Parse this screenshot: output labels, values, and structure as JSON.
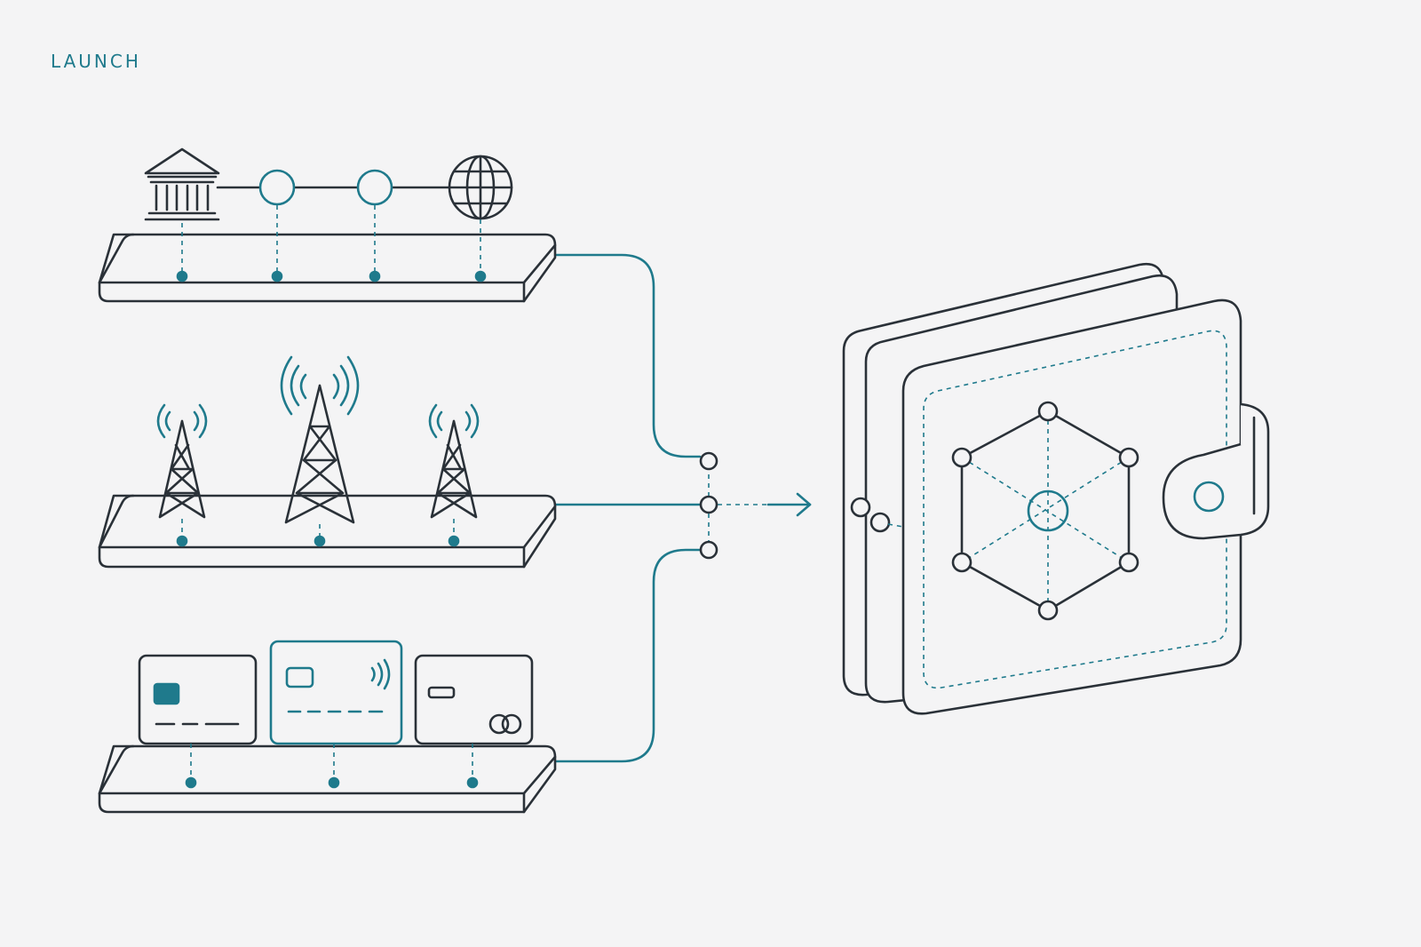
{
  "heading": {
    "text": "LAUNCH"
  },
  "colors": {
    "ink": "#2a3138",
    "accent": "#1f7a8c",
    "background": "#f4f4f5"
  },
  "sources": [
    {
      "id": "banking-network",
      "icons": [
        "bank-icon",
        "network-node",
        "network-node",
        "globe-icon"
      ]
    },
    {
      "id": "telecom-network",
      "icons": [
        "cell-tower-icon",
        "cell-tower-icon",
        "cell-tower-icon"
      ]
    },
    {
      "id": "card-network",
      "icons": [
        "chip-card-icon",
        "contactless-card-icon",
        "mastercard-style-card-icon"
      ]
    }
  ],
  "destination": {
    "icon": "wallet-icon",
    "emblem": "hexagon-network-icon"
  }
}
